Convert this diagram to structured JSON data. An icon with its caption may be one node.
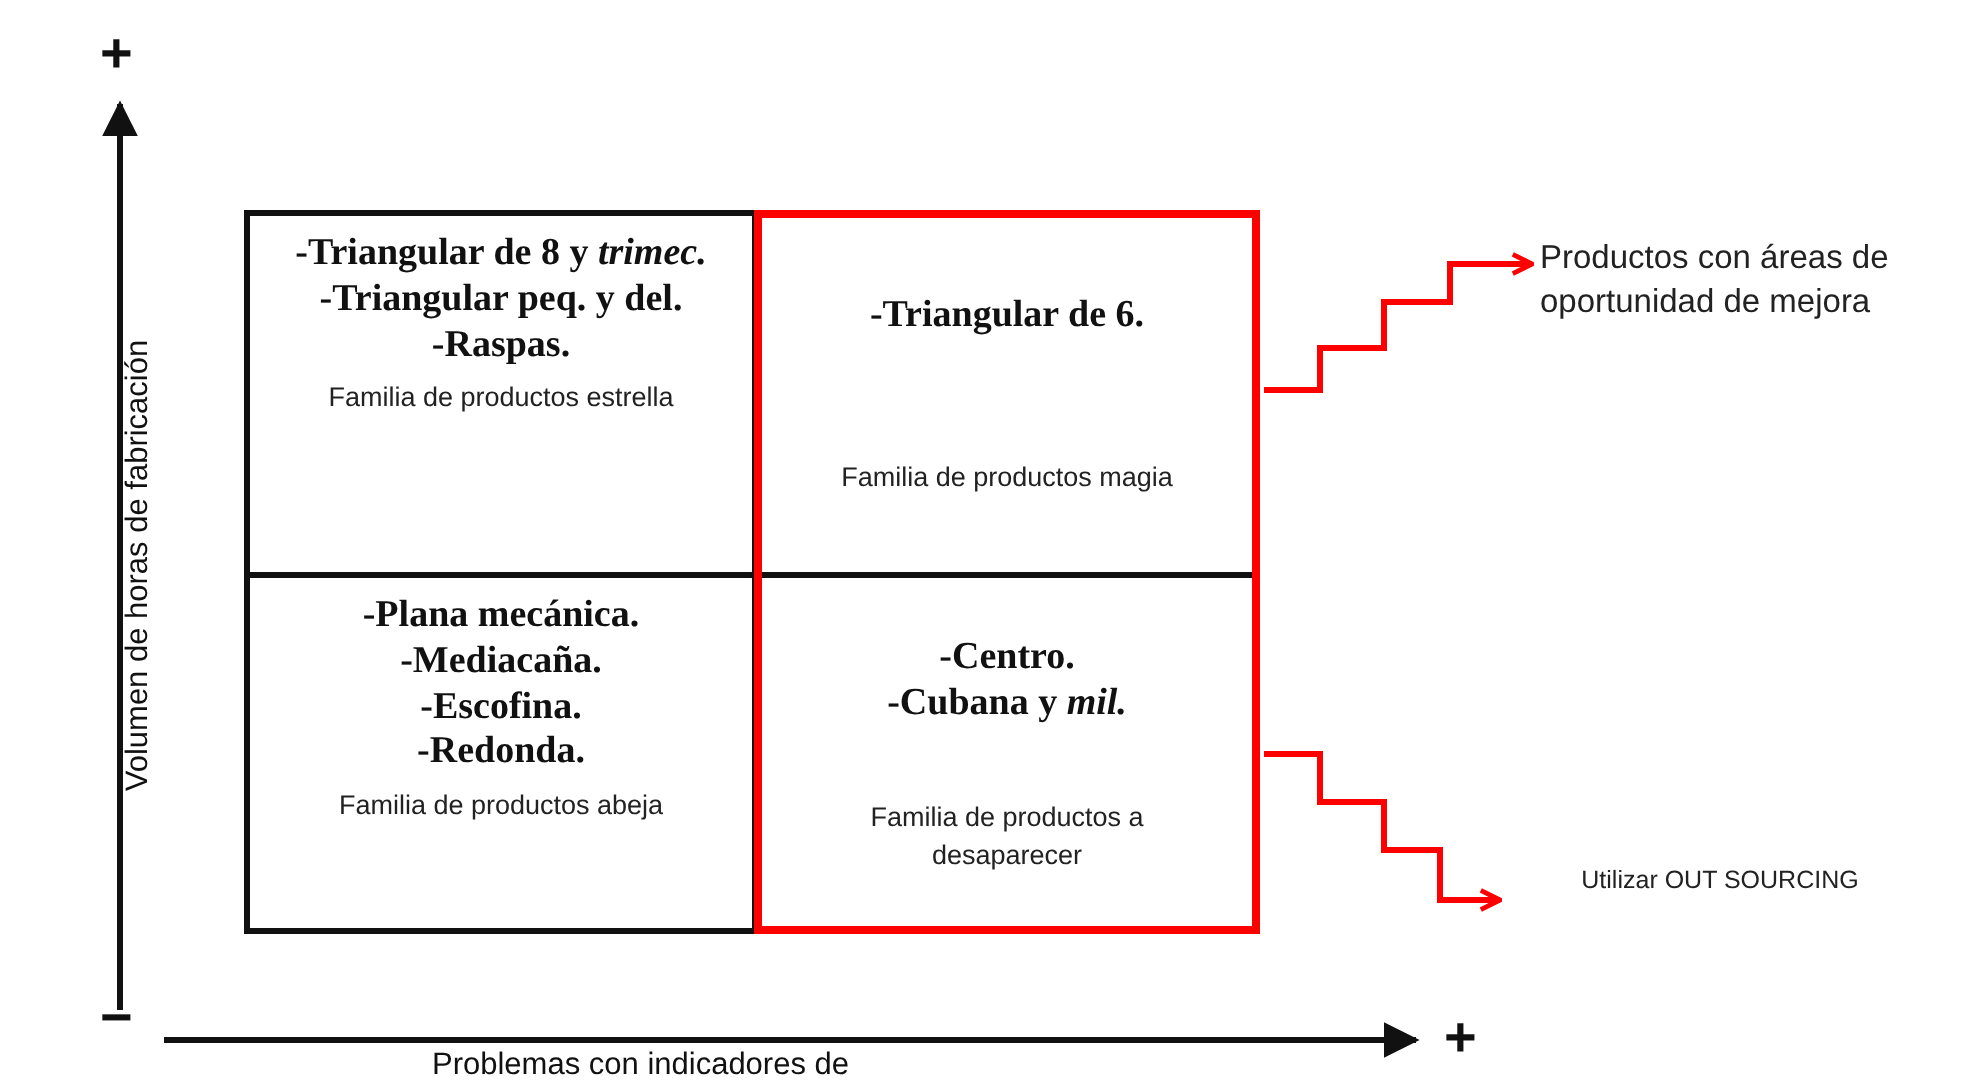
{
  "diagram": {
    "nodes": [
      {
        "text": [
          "-Triangular de 8 y *trimec.*",
          "-Triangular peq. y del.",
          "-Raspas.",
          "Familia de productos estrella"
        ]
      },
      {
        "text": [],
        "shape": "box"
      },
      {
        "text": [
          "-Triangular de 6.",
          "Familia de productos magia"
        ],
        "in": 1
      },
      {
        "text": [
          "-Plana mecánica.",
          "-Mediacaña.",
          "-Escofina.",
          "-Redonda.",
          "Familia de productos abeja"
        ]
      },
      {
        "text": [
          "-Centro.",
          "-Cubana y *mil.*",
          "Familia de productos a desaparecer"
        ],
        "in": 1
      },
      {
        "text": [
          "Productos con áreas de oportunidad de mejora"
        ]
      },
      {
        "text": [
          "Utilizar OUT SOURCING"
        ]
      }
    ],
    "edges": [
      {
        "from": 1,
        "to": 5,
        "arrow": "to"
      },
      {
        "from": 1,
        "to": 6,
        "arrow": "to"
      }
    ],
    "labels": [
      "+",
      "−",
      "+",
      "Volumen de horas de fabricación",
      "Problemas con indicadores de"
    ]
  }
}
